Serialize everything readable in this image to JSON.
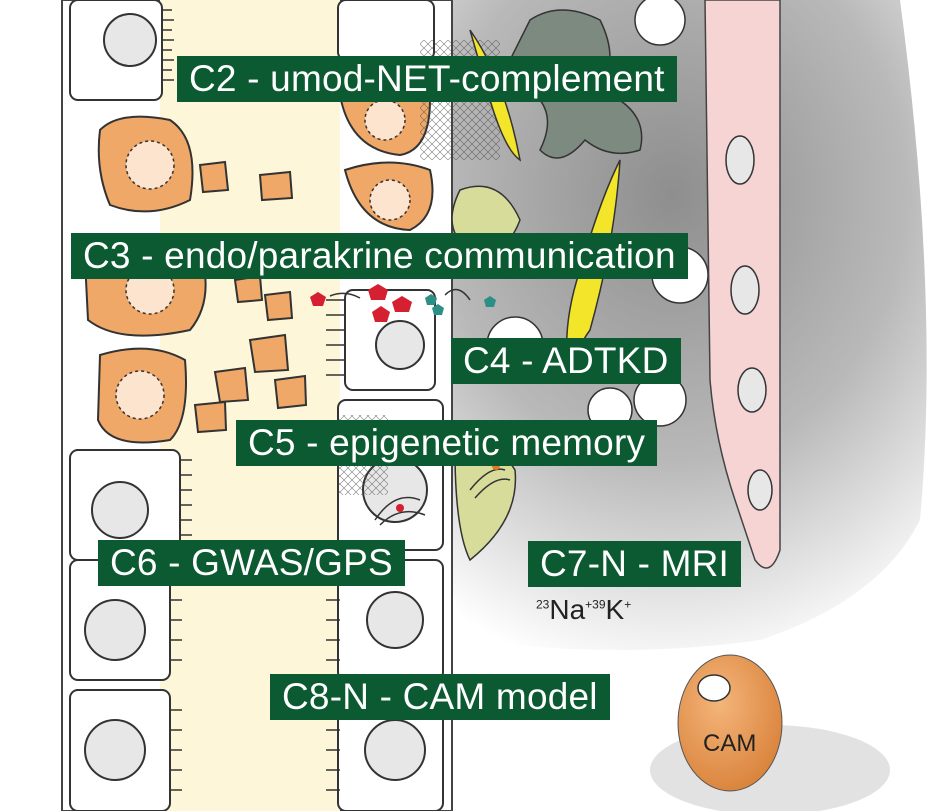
{
  "labels": {
    "c2": "C2 - umod-NET-complement",
    "c3": "C3 - endo/parakrine communication",
    "c4": "C4 - ADTKD",
    "c5": "C5 - epigenetic memory",
    "c6": "C6 - GWAS/GPS",
    "c7": "C7-N - MRI",
    "c8": "C8-N - CAM model"
  },
  "ions": {
    "na_mass": "23",
    "na_symbol": "Na",
    "na_charge": "+",
    "k_mass": "39",
    "k_symbol": "K",
    "k_charge": "+"
  },
  "egg_label": "CAM",
  "colors": {
    "label_bg": "#0b5a32",
    "label_text": "#ffffff",
    "tubule_lumen": "#fdf6d9",
    "injured_cell": "#f0a868",
    "interstitium": "#a8a8a8",
    "fibroblast": "#f3e62a",
    "vessel": "#f7d4d4",
    "egg": "#e89a50"
  }
}
